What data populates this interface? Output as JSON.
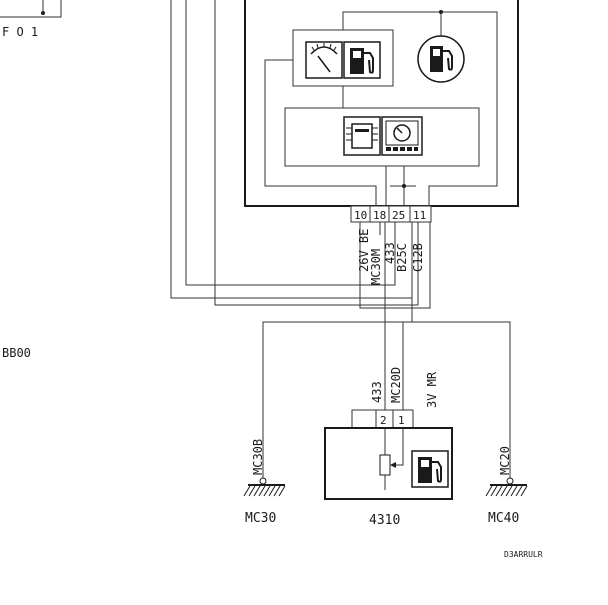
{
  "labels": {
    "fo1": "F O 1",
    "bb00": "BB00",
    "pin_10": "10",
    "pin_18": "18",
    "pin_25": "25",
    "pin_11": "11",
    "wire_26v_be": "26V  BE",
    "wire_mc30m": "MC30M",
    "wire_433_upper": "433",
    "wire_b25c": "B25C",
    "wire_c12b": "C12B",
    "wire_433_lower": "433",
    "wire_mc20d": "MC20D",
    "wire_3v_mr": "3V  MR",
    "pin_2": "2",
    "pin_1": "1",
    "ground_mc30b": "MC30B",
    "ground_mc20": "MC20",
    "ground_mc30": "MC30",
    "ground_mc40": "MC40",
    "component_4310": "4310",
    "diagram_code": "D3ARRULR"
  },
  "icons": {
    "fuel_gauge": "fuel-gauge-icon",
    "fuel_pump_warning": "fuel-pump-warning-icon",
    "fuel_pump_sender": "fuel-pump-icon",
    "electronic_chip": "chip-icon",
    "instrument_panel": "instrument-panel-icon"
  }
}
